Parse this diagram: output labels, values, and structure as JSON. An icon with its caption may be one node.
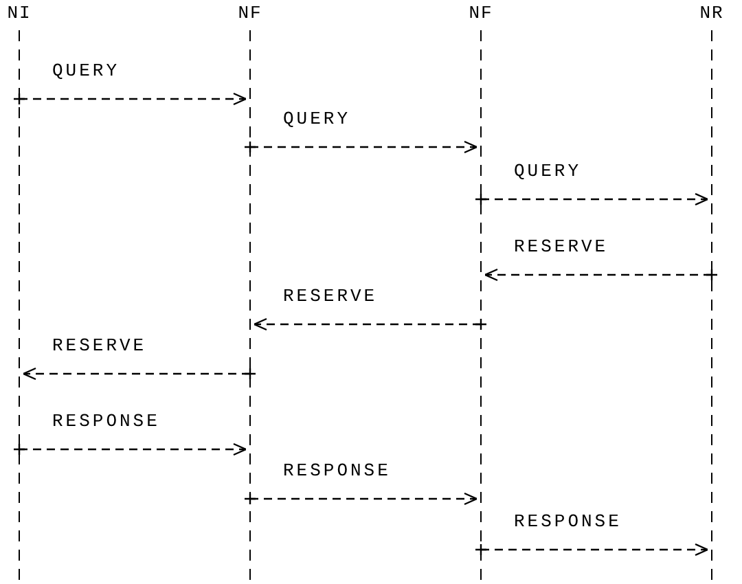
{
  "diagram": {
    "nodes": [
      {
        "text": [
          "NI"
        ]
      },
      {
        "text": [
          "NF"
        ]
      },
      {
        "text": [
          "NF"
        ]
      },
      {
        "text": [
          "NR"
        ]
      }
    ],
    "edges": [
      {
        "from": 0,
        "to": 1,
        "arrow": "to",
        "style": "dashed",
        "label": "QUERY"
      },
      {
        "from": 1,
        "to": 2,
        "arrow": "to",
        "style": "dashed",
        "label": "QUERY"
      },
      {
        "from": 2,
        "to": 3,
        "arrow": "to",
        "style": "dashed",
        "label": "QUERY"
      },
      {
        "from": 3,
        "to": 2,
        "arrow": "to",
        "style": "dashed",
        "label": "RESERVE"
      },
      {
        "from": 2,
        "to": 1,
        "arrow": "to",
        "style": "dashed",
        "label": "RESERVE"
      },
      {
        "from": 1,
        "to": 0,
        "arrow": "to",
        "style": "dashed",
        "label": "RESERVE"
      },
      {
        "from": 0,
        "to": 1,
        "arrow": "to",
        "style": "dashed",
        "label": "RESPONSE"
      },
      {
        "from": 1,
        "to": 2,
        "arrow": "to",
        "style": "dashed",
        "label": "RESPONSE"
      },
      {
        "from": 2,
        "to": 3,
        "arrow": "to",
        "style": "dashed",
        "label": "RESPONSE"
      }
    ]
  }
}
